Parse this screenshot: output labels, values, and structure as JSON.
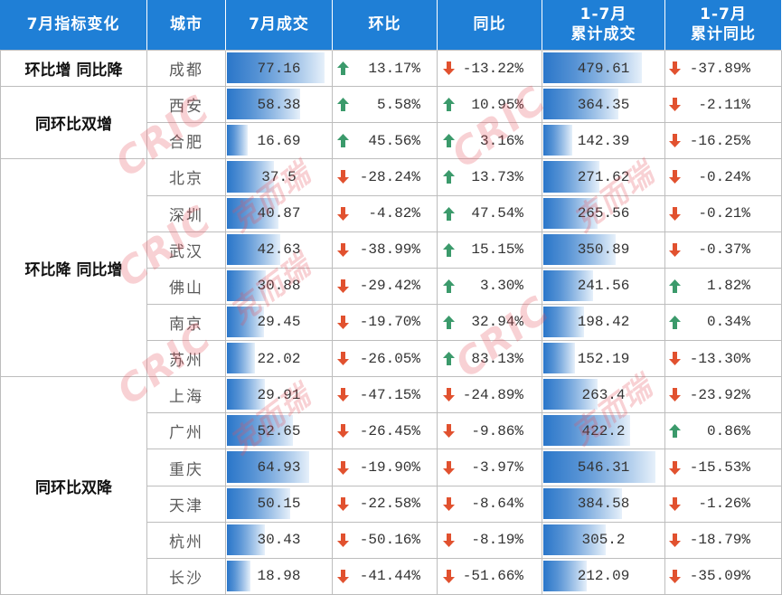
{
  "colors": {
    "header_bg": "#1f7fd6",
    "header_text": "#ffffff",
    "grid_line": "#bdbdbd",
    "group_text": "#111111",
    "city_text": "#5a5a5a",
    "value_text": "#333333",
    "bar_start": "#2a76c9",
    "bar_end": "#e6f0fa",
    "arrow_up": "#3b9a6b",
    "arrow_down": "#e1512f",
    "watermark": "#e8505b"
  },
  "watermark": {
    "latin": "CRIC",
    "chinese": "克而瑞"
  },
  "chart_data": {
    "type": "table",
    "columns": [
      [
        "7月指标变化"
      ],
      [
        "城市"
      ],
      [
        "7月成交"
      ],
      [
        "环比"
      ],
      [
        "同比"
      ],
      [
        "1-7月",
        "累计成交"
      ],
      [
        "1-7月",
        "累计同比"
      ]
    ],
    "groups": [
      {
        "label": "环比增 同比降",
        "rows": [
          {
            "city": "成都",
            "july_volume": 77.16,
            "mom": {
              "text": "13.17%",
              "icon": "arrow-up-icon"
            },
            "yoy": {
              "text": "-13.22%",
              "icon": "arrow-down-icon"
            },
            "ytd_volume": 479.61,
            "ytd_yoy": {
              "text": "-37.89%",
              "icon": "arrow-down-icon"
            }
          }
        ]
      },
      {
        "label": "同环比双增",
        "rows": [
          {
            "city": "西安",
            "july_volume": 58.38,
            "mom": {
              "text": "5.58%",
              "icon": "arrow-up-icon"
            },
            "yoy": {
              "text": "10.95%",
              "icon": "arrow-up-icon"
            },
            "ytd_volume": 364.35,
            "ytd_yoy": {
              "text": "-2.11%",
              "icon": "arrow-down-icon"
            }
          },
          {
            "city": "合肥",
            "july_volume": 16.69,
            "mom": {
              "text": "45.56%",
              "icon": "arrow-up-icon"
            },
            "yoy": {
              "text": "3.16%",
              "icon": "arrow-up-icon"
            },
            "ytd_volume": 142.39,
            "ytd_yoy": {
              "text": "-16.25%",
              "icon": "arrow-down-icon"
            }
          }
        ]
      },
      {
        "label": "环比降 同比增",
        "rows": [
          {
            "city": "北京",
            "july_volume": 37.5,
            "mom": {
              "text": "-28.24%",
              "icon": "arrow-down-icon"
            },
            "yoy": {
              "text": "13.73%",
              "icon": "arrow-up-icon"
            },
            "ytd_volume": 271.62,
            "ytd_yoy": {
              "text": "-0.24%",
              "icon": "arrow-down-icon"
            }
          },
          {
            "city": "深圳",
            "july_volume": 40.87,
            "mom": {
              "text": "-4.82%",
              "icon": "arrow-down-icon"
            },
            "yoy": {
              "text": "47.54%",
              "icon": "arrow-up-icon"
            },
            "ytd_volume": 265.56,
            "ytd_yoy": {
              "text": "-0.21%",
              "icon": "arrow-down-icon"
            }
          },
          {
            "city": "武汉",
            "july_volume": 42.63,
            "mom": {
              "text": "-38.99%",
              "icon": "arrow-down-icon"
            },
            "yoy": {
              "text": "15.15%",
              "icon": "arrow-up-icon"
            },
            "ytd_volume": 350.89,
            "ytd_yoy": {
              "text": "-0.37%",
              "icon": "arrow-down-icon"
            }
          },
          {
            "city": "佛山",
            "july_volume": 30.88,
            "mom": {
              "text": "-29.42%",
              "icon": "arrow-down-icon"
            },
            "yoy": {
              "text": "3.30%",
              "icon": "arrow-up-icon"
            },
            "ytd_volume": 241.56,
            "ytd_yoy": {
              "text": "1.82%",
              "icon": "arrow-up-icon"
            }
          },
          {
            "city": "南京",
            "july_volume": 29.45,
            "mom": {
              "text": "-19.70%",
              "icon": "arrow-down-icon"
            },
            "yoy": {
              "text": "32.94%",
              "icon": "arrow-up-icon"
            },
            "ytd_volume": 198.42,
            "ytd_yoy": {
              "text": "0.34%",
              "icon": "arrow-up-icon"
            }
          },
          {
            "city": "苏州",
            "july_volume": 22.02,
            "mom": {
              "text": "-26.05%",
              "icon": "arrow-down-icon"
            },
            "yoy": {
              "text": "83.13%",
              "icon": "arrow-up-icon"
            },
            "ytd_volume": 152.19,
            "ytd_yoy": {
              "text": "-13.30%",
              "icon": "arrow-down-icon"
            }
          }
        ]
      },
      {
        "label": "同环比双降",
        "rows": [
          {
            "city": "上海",
            "july_volume": 29.91,
            "mom": {
              "text": "-47.15%",
              "icon": "arrow-down-icon"
            },
            "yoy": {
              "text": "-24.89%",
              "icon": "arrow-down-icon"
            },
            "ytd_volume": 263.4,
            "ytd_yoy": {
              "text": "-23.92%",
              "icon": "arrow-down-icon"
            }
          },
          {
            "city": "广州",
            "july_volume": 52.65,
            "mom": {
              "text": "-26.45%",
              "icon": "arrow-down-icon"
            },
            "yoy": {
              "text": "-9.86%",
              "icon": "arrow-down-icon"
            },
            "ytd_volume": 422.2,
            "ytd_yoy": {
              "text": "0.86%",
              "icon": "arrow-up-icon"
            }
          },
          {
            "city": "重庆",
            "july_volume": 64.93,
            "mom": {
              "text": "-19.90%",
              "icon": "arrow-down-icon"
            },
            "yoy": {
              "text": "-3.97%",
              "icon": "arrow-down-icon"
            },
            "ytd_volume": 546.31,
            "ytd_yoy": {
              "text": "-15.53%",
              "icon": "arrow-down-icon"
            }
          },
          {
            "city": "天津",
            "july_volume": 50.15,
            "mom": {
              "text": "-22.58%",
              "icon": "arrow-down-icon"
            },
            "yoy": {
              "text": "-8.64%",
              "icon": "arrow-down-icon"
            },
            "ytd_volume": 384.58,
            "ytd_yoy": {
              "text": "-1.26%",
              "icon": "arrow-down-icon"
            }
          },
          {
            "city": "杭州",
            "july_volume": 30.43,
            "mom": {
              "text": "-50.16%",
              "icon": "arrow-down-icon"
            },
            "yoy": {
              "text": "-8.19%",
              "icon": "arrow-down-icon"
            },
            "ytd_volume": 305.2,
            "ytd_yoy": {
              "text": "-18.79%",
              "icon": "arrow-down-icon"
            }
          },
          {
            "city": "长沙",
            "july_volume": 18.98,
            "mom": {
              "text": "-41.44%",
              "icon": "arrow-down-icon"
            },
            "yoy": {
              "text": "-51.66%",
              "icon": "arrow-down-icon"
            },
            "ytd_volume": 212.09,
            "ytd_yoy": {
              "text": "-35.09%",
              "icon": "arrow-down-icon"
            }
          }
        ]
      }
    ]
  }
}
